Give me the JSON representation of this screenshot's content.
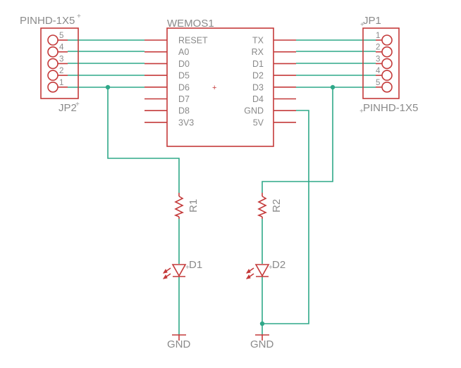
{
  "wemos": {
    "name": "WEMOS1",
    "left_pins": [
      "RESET",
      "A0",
      "D0",
      "D5",
      "D6",
      "D7",
      "D8",
      "3V3"
    ],
    "right_pins": [
      "TX",
      "RX",
      "D1",
      "D2",
      "D3",
      "D4",
      "GND",
      "5V"
    ]
  },
  "jp2": {
    "name": "JP2",
    "value": "PINHD-1X5",
    "pins": [
      "5",
      "4",
      "3",
      "2",
      "1"
    ]
  },
  "jp1": {
    "name": "JP1",
    "value": "PINHD-1X5",
    "pins": [
      "1",
      "2",
      "3",
      "4",
      "5"
    ]
  },
  "r1": {
    "name": "R1"
  },
  "r2": {
    "name": "R2"
  },
  "d1": {
    "name": "D1"
  },
  "d2": {
    "name": "D2"
  },
  "gnd1": {
    "label": "GND"
  },
  "gnd2": {
    "label": "GND"
  },
  "colors": {
    "component": "#c43a3a",
    "wire": "#2fa889",
    "label": "#8a8a8a"
  }
}
